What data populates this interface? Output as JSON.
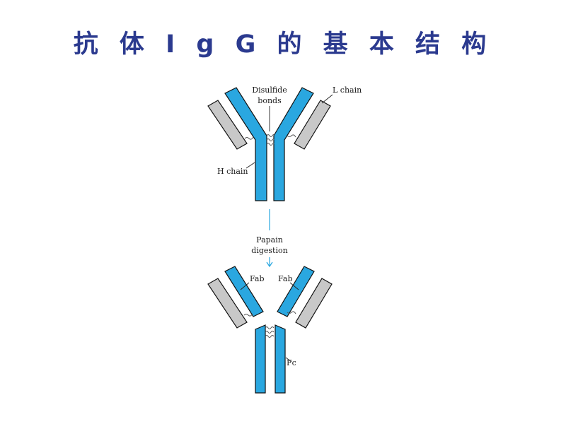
{
  "title": "抗 体 I g G 的 基 本 结 构",
  "colors": {
    "title": "#2b3a8f",
    "heavy_chain": "#2aa7e0",
    "light_chain": "#c8c8c8",
    "arrow": "#2aa7e0"
  },
  "intact": {
    "disulfide_label_line1": "Disulfide",
    "disulfide_label_line2": "bonds",
    "l_chain_label": "L chain",
    "h_chain_label": "H chain"
  },
  "digestion": {
    "label_line1": "Papain",
    "label_line2": "digestion"
  },
  "fragments": {
    "fab_left": "Fab",
    "fab_right": "Fab",
    "fc": "Fc"
  }
}
